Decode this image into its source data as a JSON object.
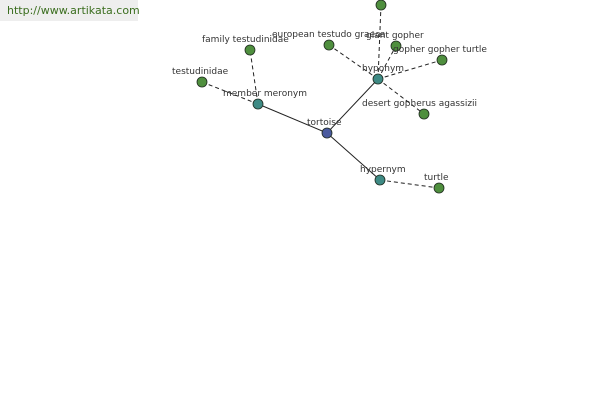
{
  "source_link": {
    "text": "http://www.artikata.com"
  },
  "graph": {
    "colors": {
      "center": "#4a5a9e",
      "relation": "#3e8a84",
      "leaf": "#4f8f3e",
      "outline": "#1f2a1f",
      "edge": "#222222"
    },
    "nodes": [
      {
        "id": "tortoise",
        "label": "tortoise",
        "kind": "center"
      },
      {
        "id": "member-meronym",
        "label": "member meronym",
        "kind": "relation"
      },
      {
        "id": "hyponym",
        "label": "hyponym",
        "kind": "relation"
      },
      {
        "id": "hypernym",
        "label": "hypernym",
        "kind": "relation"
      },
      {
        "id": "family-testudinidae",
        "label": "family testudinidae",
        "kind": "leaf"
      },
      {
        "id": "testudinidae",
        "label": "testudinidae",
        "kind": "leaf"
      },
      {
        "id": "european-testudo-graeca",
        "label": "european testudo graeca",
        "kind": "leaf"
      },
      {
        "id": "giant-gopher",
        "label": "giant gopher",
        "kind": "leaf"
      },
      {
        "id": "gopher-gopher-turtle",
        "label": "gopher gopher turtle",
        "kind": "leaf"
      },
      {
        "id": "desert-gopherus-agassizii",
        "label": "desert gopherus agassizii",
        "kind": "leaf"
      },
      {
        "id": "unlabeled-top",
        "label": "",
        "kind": "leaf"
      },
      {
        "id": "turtle",
        "label": "turtle",
        "kind": "leaf"
      }
    ],
    "edges": [
      {
        "from": "tortoise",
        "to": "member-meronym",
        "style": "solid"
      },
      {
        "from": "tortoise",
        "to": "hyponym",
        "style": "solid"
      },
      {
        "from": "tortoise",
        "to": "hypernym",
        "style": "solid"
      },
      {
        "from": "member-meronym",
        "to": "family-testudinidae",
        "style": "dashed"
      },
      {
        "from": "member-meronym",
        "to": "testudinidae",
        "style": "dashed"
      },
      {
        "from": "hyponym",
        "to": "european-testudo-graeca",
        "style": "dashed"
      },
      {
        "from": "hyponym",
        "to": "giant-gopher",
        "style": "dashed"
      },
      {
        "from": "hyponym",
        "to": "gopher-gopher-turtle",
        "style": "dashed"
      },
      {
        "from": "hyponym",
        "to": "desert-gopherus-agassizii",
        "style": "dashed"
      },
      {
        "from": "hyponym",
        "to": "unlabeled-top",
        "style": "dashed"
      },
      {
        "from": "hypernym",
        "to": "turtle",
        "style": "dashed"
      }
    ]
  }
}
